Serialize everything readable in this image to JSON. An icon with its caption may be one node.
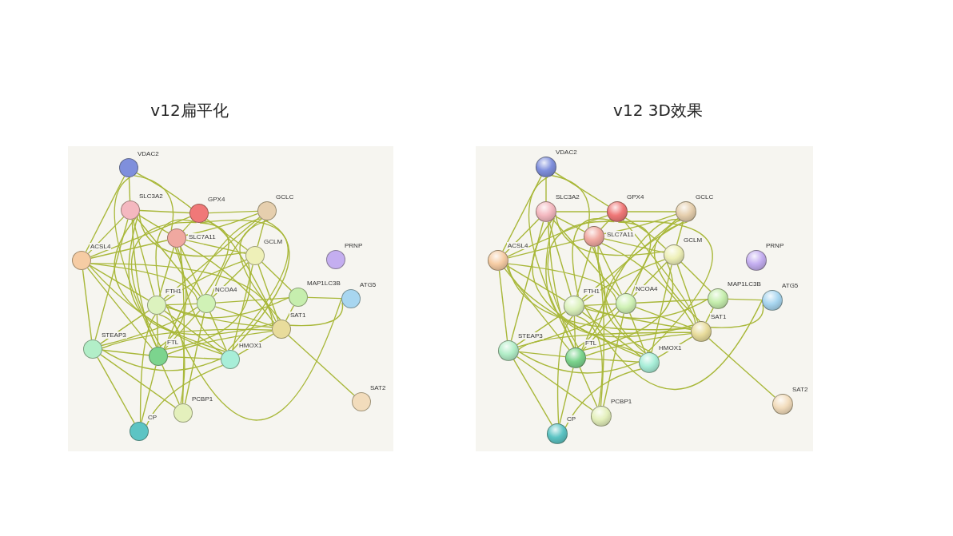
{
  "diagram": {
    "nodes": [
      {
        "text": [
          "v12扁平化"
        ]
      },
      {
        "text": [
          "VDAC2"
        ],
        "in": 0
      },
      {
        "text": [
          "SLC3A2"
        ],
        "in": 0
      },
      {
        "text": [
          "GPX4"
        ],
        "in": 0
      },
      {
        "text": [
          "GCLC"
        ],
        "in": 0
      },
      {
        "text": [
          "SLC7A11"
        ],
        "in": 0
      },
      {
        "text": [
          "GCLM"
        ],
        "in": 0
      },
      {
        "text": [
          "PRNP"
        ],
        "in": 0
      },
      {
        "text": [
          "ACSL4"
        ],
        "in": 0
      },
      {
        "text": [
          "MAP1LC3B"
        ],
        "in": 0
      },
      {
        "text": [
          "ATG5"
        ],
        "in": 0
      },
      {
        "text": [
          "FTH1"
        ],
        "in": 0
      },
      {
        "text": [
          "NCOA4"
        ],
        "in": 0
      },
      {
        "text": [
          "SAT1"
        ],
        "in": 0
      },
      {
        "text": [
          "STEAP3"
        ],
        "in": 0
      },
      {
        "text": [
          "FTL"
        ],
        "in": 0
      },
      {
        "text": [
          "HMOX1"
        ],
        "in": 0
      },
      {
        "text": [
          "SAT2"
        ],
        "in": 0
      },
      {
        "text": [
          "PCBP1"
        ],
        "in": 0
      },
      {
        "text": [
          "CP"
        ],
        "in": 0
      },
      {
        "text": [
          "v12 3D效果"
        ]
      },
      {
        "text": [
          "VDAC2"
        ],
        "in": 20
      },
      {
        "text": [
          "SLC3A2"
        ],
        "in": 20
      },
      {
        "text": [
          "GPX4"
        ],
        "in": 20
      },
      {
        "text": [
          "GCLC"
        ],
        "in": 20
      },
      {
        "text": [
          "SLC7A11"
        ],
        "in": 20
      },
      {
        "text": [
          "GCLM"
        ],
        "in": 20
      },
      {
        "text": [
          "PRNP"
        ],
        "in": 20
      },
      {
        "text": [
          "ACSL4"
        ],
        "in": 20
      },
      {
        "text": [
          "MAP1LC3B"
        ],
        "in": 20
      },
      {
        "text": [
          "ATG5"
        ],
        "in": 20
      },
      {
        "text": [
          "FTH1"
        ],
        "in": 20
      },
      {
        "text": [
          "NCOA4"
        ],
        "in": 20
      },
      {
        "text": [
          "SAT1"
        ],
        "in": 20
      },
      {
        "text": [
          "STEAP3"
        ],
        "in": 20
      },
      {
        "text": [
          "FTL"
        ],
        "in": 20
      },
      {
        "text": [
          "HMOX1"
        ],
        "in": 20
      },
      {
        "text": [
          "SAT2"
        ],
        "in": 20
      },
      {
        "text": [
          "PCBP1"
        ],
        "in": 20
      },
      {
        "text": [
          "CP"
        ],
        "in": 20
      }
    ],
    "edges": [
      {
        "from": 1,
        "to": 2,
        "arrow": "none"
      },
      {
        "from": 1,
        "to": 3,
        "arrow": "none"
      },
      {
        "from": 1,
        "to": 8,
        "arrow": "none"
      },
      {
        "from": 1,
        "to": 5,
        "arrow": "none"
      },
      {
        "from": 1,
        "to": 15,
        "arrow": "none"
      },
      {
        "from": 2,
        "to": 3,
        "arrow": "none"
      },
      {
        "from": 2,
        "to": 5,
        "arrow": "none"
      },
      {
        "from": 2,
        "to": 8,
        "arrow": "none"
      },
      {
        "from": 2,
        "to": 11,
        "arrow": "none"
      },
      {
        "from": 2,
        "to": 15,
        "arrow": "none"
      },
      {
        "from": 2,
        "to": 6,
        "arrow": "none"
      },
      {
        "from": 2,
        "to": 12,
        "arrow": "none"
      },
      {
        "from": 2,
        "to": 14,
        "arrow": "none"
      },
      {
        "from": 2,
        "to": 16,
        "arrow": "none"
      },
      {
        "from": 2,
        "to": 13,
        "arrow": "none"
      },
      {
        "from": 3,
        "to": 4,
        "arrow": "none"
      },
      {
        "from": 3,
        "to": 5,
        "arrow": "none"
      },
      {
        "from": 3,
        "to": 6,
        "arrow": "none"
      },
      {
        "from": 3,
        "to": 8,
        "arrow": "none"
      },
      {
        "from": 3,
        "to": 11,
        "arrow": "none"
      },
      {
        "from": 3,
        "to": 15,
        "arrow": "none"
      },
      {
        "from": 3,
        "to": 12,
        "arrow": "none"
      },
      {
        "from": 3,
        "to": 16,
        "arrow": "none"
      },
      {
        "from": 3,
        "to": 13,
        "arrow": "none"
      },
      {
        "from": 4,
        "to": 6,
        "arrow": "none"
      },
      {
        "from": 4,
        "to": 5,
        "arrow": "none"
      },
      {
        "from": 4,
        "to": 16,
        "arrow": "none"
      },
      {
        "from": 4,
        "to": 13,
        "arrow": "none"
      },
      {
        "from": 4,
        "to": 11,
        "arrow": "none"
      },
      {
        "from": 4,
        "to": 15,
        "arrow": "none"
      },
      {
        "from": 4,
        "to": 12,
        "arrow": "none"
      },
      {
        "from": 5,
        "to": 8,
        "arrow": "none"
      },
      {
        "from": 5,
        "to": 6,
        "arrow": "none"
      },
      {
        "from": 5,
        "to": 11,
        "arrow": "none"
      },
      {
        "from": 5,
        "to": 15,
        "arrow": "none"
      },
      {
        "from": 5,
        "to": 12,
        "arrow": "none"
      },
      {
        "from": 5,
        "to": 16,
        "arrow": "none"
      },
      {
        "from": 5,
        "to": 13,
        "arrow": "none"
      },
      {
        "from": 5,
        "to": 18,
        "arrow": "none"
      },
      {
        "from": 6,
        "to": 16,
        "arrow": "none"
      },
      {
        "from": 6,
        "to": 13,
        "arrow": "none"
      },
      {
        "from": 6,
        "to": 9,
        "arrow": "none"
      },
      {
        "from": 6,
        "to": 11,
        "arrow": "none"
      },
      {
        "from": 6,
        "to": 15,
        "arrow": "none"
      },
      {
        "from": 6,
        "to": 12,
        "arrow": "none"
      },
      {
        "from": 8,
        "to": 14,
        "arrow": "none"
      },
      {
        "from": 8,
        "to": 11,
        "arrow": "none"
      },
      {
        "from": 8,
        "to": 15,
        "arrow": "none"
      },
      {
        "from": 8,
        "to": 12,
        "arrow": "none"
      },
      {
        "from": 8,
        "to": 13,
        "arrow": "none"
      },
      {
        "from": 8,
        "to": 16,
        "arrow": "none"
      },
      {
        "from": 9,
        "to": 10,
        "arrow": "none"
      },
      {
        "from": 9,
        "to": 12,
        "arrow": "none"
      },
      {
        "from": 9,
        "to": 11,
        "arrow": "none"
      },
      {
        "from": 9,
        "to": 13,
        "arrow": "none"
      },
      {
        "from": 10,
        "to": 13,
        "arrow": "none"
      },
      {
        "from": 10,
        "to": 11,
        "arrow": "none"
      },
      {
        "from": 11,
        "to": 12,
        "arrow": "none"
      },
      {
        "from": 11,
        "to": 15,
        "arrow": "none"
      },
      {
        "from": 11,
        "to": 14,
        "arrow": "none"
      },
      {
        "from": 11,
        "to": 16,
        "arrow": "none"
      },
      {
        "from": 11,
        "to": 13,
        "arrow": "none"
      },
      {
        "from": 11,
        "to": 18,
        "arrow": "none"
      },
      {
        "from": 11,
        "to": 19,
        "arrow": "none"
      },
      {
        "from": 12,
        "to": 15,
        "arrow": "none"
      },
      {
        "from": 12,
        "to": 16,
        "arrow": "none"
      },
      {
        "from": 12,
        "to": 13,
        "arrow": "none"
      },
      {
        "from": 12,
        "to": 18,
        "arrow": "none"
      },
      {
        "from": 12,
        "to": 14,
        "arrow": "none"
      },
      {
        "from": 13,
        "to": 17,
        "arrow": "none"
      },
      {
        "from": 13,
        "to": 16,
        "arrow": "none"
      },
      {
        "from": 13,
        "to": 15,
        "arrow": "none"
      },
      {
        "from": 13,
        "to": 14,
        "arrow": "none"
      },
      {
        "from": 14,
        "to": 15,
        "arrow": "none"
      },
      {
        "from": 14,
        "to": 19,
        "arrow": "none"
      },
      {
        "from": 14,
        "to": 16,
        "arrow": "none"
      },
      {
        "from": 14,
        "to": 18,
        "arrow": "none"
      },
      {
        "from": 15,
        "to": 16,
        "arrow": "none"
      },
      {
        "from": 15,
        "to": 18,
        "arrow": "none"
      },
      {
        "from": 15,
        "to": 19,
        "arrow": "none"
      },
      {
        "from": 16,
        "to": 19,
        "arrow": "none"
      },
      {
        "from": 21,
        "to": 22,
        "arrow": "none"
      },
      {
        "from": 21,
        "to": 23,
        "arrow": "none"
      },
      {
        "from": 21,
        "to": 28,
        "arrow": "none"
      },
      {
        "from": 21,
        "to": 25,
        "arrow": "none"
      },
      {
        "from": 21,
        "to": 35,
        "arrow": "none"
      },
      {
        "from": 22,
        "to": 23,
        "arrow": "none"
      },
      {
        "from": 22,
        "to": 25,
        "arrow": "none"
      },
      {
        "from": 22,
        "to": 28,
        "arrow": "none"
      },
      {
        "from": 22,
        "to": 31,
        "arrow": "none"
      },
      {
        "from": 22,
        "to": 35,
        "arrow": "none"
      },
      {
        "from": 22,
        "to": 26,
        "arrow": "none"
      },
      {
        "from": 22,
        "to": 32,
        "arrow": "none"
      },
      {
        "from": 22,
        "to": 34,
        "arrow": "none"
      },
      {
        "from": 22,
        "to": 36,
        "arrow": "none"
      },
      {
        "from": 22,
        "to": 33,
        "arrow": "none"
      },
      {
        "from": 23,
        "to": 24,
        "arrow": "none"
      },
      {
        "from": 23,
        "to": 25,
        "arrow": "none"
      },
      {
        "from": 23,
        "to": 26,
        "arrow": "none"
      },
      {
        "from": 23,
        "to": 28,
        "arrow": "none"
      },
      {
        "from": 23,
        "to": 31,
        "arrow": "none"
      },
      {
        "from": 23,
        "to": 35,
        "arrow": "none"
      },
      {
        "from": 23,
        "to": 32,
        "arrow": "none"
      },
      {
        "from": 23,
        "to": 36,
        "arrow": "none"
      },
      {
        "from": 23,
        "to": 33,
        "arrow": "none"
      },
      {
        "from": 24,
        "to": 26,
        "arrow": "none"
      },
      {
        "from": 24,
        "to": 25,
        "arrow": "none"
      },
      {
        "from": 24,
        "to": 36,
        "arrow": "none"
      },
      {
        "from": 24,
        "to": 33,
        "arrow": "none"
      },
      {
        "from": 24,
        "to": 31,
        "arrow": "none"
      },
      {
        "from": 24,
        "to": 35,
        "arrow": "none"
      },
      {
        "from": 24,
        "to": 32,
        "arrow": "none"
      },
      {
        "from": 25,
        "to": 28,
        "arrow": "none"
      },
      {
        "from": 25,
        "to": 26,
        "arrow": "none"
      },
      {
        "from": 25,
        "to": 31,
        "arrow": "none"
      },
      {
        "from": 25,
        "to": 35,
        "arrow": "none"
      },
      {
        "from": 25,
        "to": 32,
        "arrow": "none"
      },
      {
        "from": 25,
        "to": 36,
        "arrow": "none"
      },
      {
        "from": 25,
        "to": 33,
        "arrow": "none"
      },
      {
        "from": 25,
        "to": 38,
        "arrow": "none"
      },
      {
        "from": 26,
        "to": 36,
        "arrow": "none"
      },
      {
        "from": 26,
        "to": 33,
        "arrow": "none"
      },
      {
        "from": 26,
        "to": 29,
        "arrow": "none"
      },
      {
        "from": 26,
        "to": 31,
        "arrow": "none"
      },
      {
        "from": 26,
        "to": 35,
        "arrow": "none"
      },
      {
        "from": 26,
        "to": 32,
        "arrow": "none"
      },
      {
        "from": 28,
        "to": 34,
        "arrow": "none"
      },
      {
        "from": 28,
        "to": 31,
        "arrow": "none"
      },
      {
        "from": 28,
        "to": 35,
        "arrow": "none"
      },
      {
        "from": 28,
        "to": 32,
        "arrow": "none"
      },
      {
        "from": 28,
        "to": 33,
        "arrow": "none"
      },
      {
        "from": 28,
        "to": 36,
        "arrow": "none"
      },
      {
        "from": 29,
        "to": 30,
        "arrow": "none"
      },
      {
        "from": 29,
        "to": 32,
        "arrow": "none"
      },
      {
        "from": 29,
        "to": 31,
        "arrow": "none"
      },
      {
        "from": 29,
        "to": 33,
        "arrow": "none"
      },
      {
        "from": 30,
        "to": 33,
        "arrow": "none"
      },
      {
        "from": 30,
        "to": 31,
        "arrow": "none"
      },
      {
        "from": 31,
        "to": 32,
        "arrow": "none"
      },
      {
        "from": 31,
        "to": 35,
        "arrow": "none"
      },
      {
        "from": 31,
        "to": 34,
        "arrow": "none"
      },
      {
        "from": 31,
        "to": 36,
        "arrow": "none"
      },
      {
        "from": 31,
        "to": 33,
        "arrow": "none"
      },
      {
        "from": 31,
        "to": 38,
        "arrow": "none"
      },
      {
        "from": 31,
        "to": 39,
        "arrow": "none"
      },
      {
        "from": 32,
        "to": 35,
        "arrow": "none"
      },
      {
        "from": 32,
        "to": 36,
        "arrow": "none"
      },
      {
        "from": 32,
        "to": 33,
        "arrow": "none"
      },
      {
        "from": 32,
        "to": 38,
        "arrow": "none"
      },
      {
        "from": 32,
        "to": 34,
        "arrow": "none"
      },
      {
        "from": 33,
        "to": 37,
        "arrow": "none"
      },
      {
        "from": 33,
        "to": 36,
        "arrow": "none"
      },
      {
        "from": 33,
        "to": 35,
        "arrow": "none"
      },
      {
        "from": 33,
        "to": 34,
        "arrow": "none"
      },
      {
        "from": 34,
        "to": 35,
        "arrow": "none"
      },
      {
        "from": 34,
        "to": 39,
        "arrow": "none"
      },
      {
        "from": 34,
        "to": 36,
        "arrow": "none"
      },
      {
        "from": 34,
        "to": 38,
        "arrow": "none"
      },
      {
        "from": 35,
        "to": 36,
        "arrow": "none"
      },
      {
        "from": 35,
        "to": 38,
        "arrow": "none"
      },
      {
        "from": 35,
        "to": 39,
        "arrow": "none"
      },
      {
        "from": 36,
        "to": 39,
        "arrow": "none"
      }
    ]
  }
}
